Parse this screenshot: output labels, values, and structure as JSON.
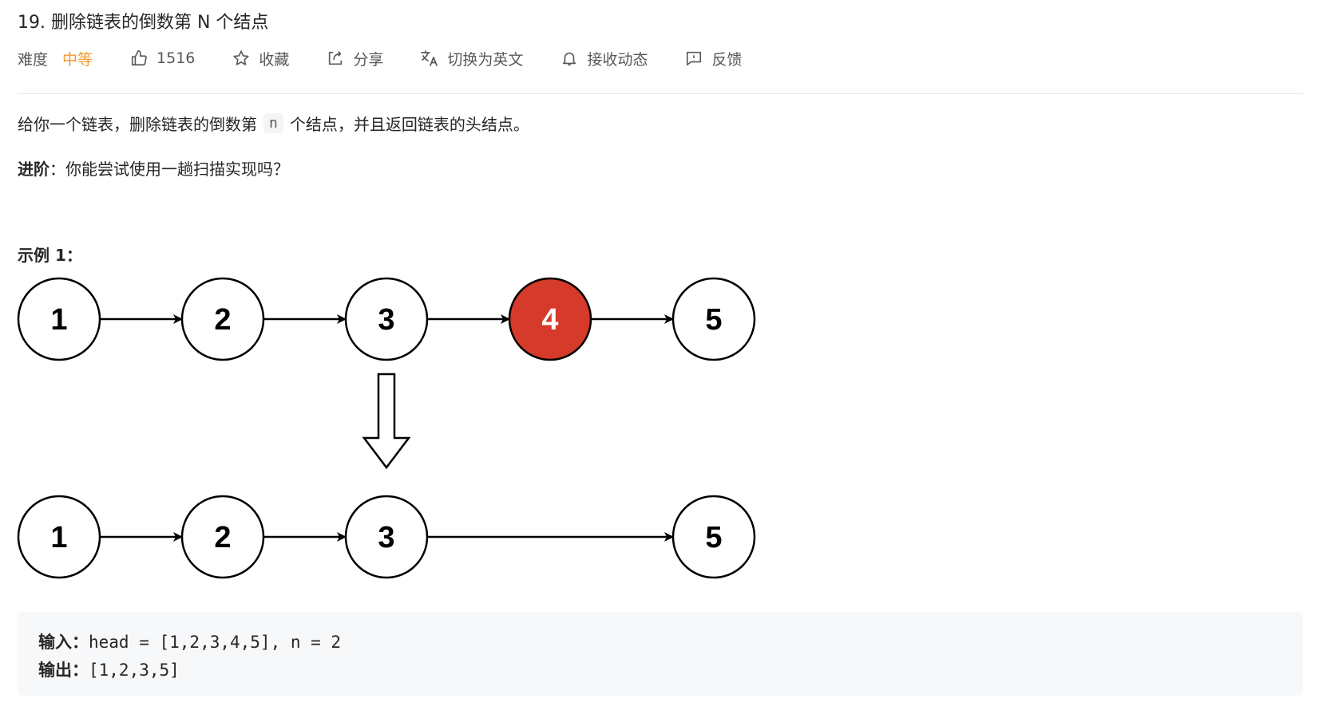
{
  "problem": {
    "title": "19. 删除链表的倒数第 N 个结点"
  },
  "toolbar": {
    "difficulty_label": "难度",
    "difficulty_value": "中等",
    "likes": "1516",
    "favorite_label": "收藏",
    "share_label": "分享",
    "translate_label": "切换为英文",
    "subscribe_label": "接收动态",
    "feedback_label": "反馈"
  },
  "description": {
    "part1": "给你一个链表，删除链表的倒数第",
    "code": "n",
    "part2": "个结点，并且返回链表的头结点。"
  },
  "advanced": {
    "label": "进阶",
    "colon": "：",
    "text": "你能尝试使用一趟扫描实现吗？"
  },
  "example": {
    "title": "示例 1：",
    "before_nodes": [
      "1",
      "2",
      "3",
      "4",
      "5"
    ],
    "after_nodes": [
      "1",
      "2",
      "3",
      "5"
    ],
    "removed_color": "#d53a2a",
    "input_label": "输入：",
    "input_value": "head = [1,2,3,4,5], n = 2",
    "output_label": "输出：",
    "output_value": "[1,2,3,5]"
  }
}
